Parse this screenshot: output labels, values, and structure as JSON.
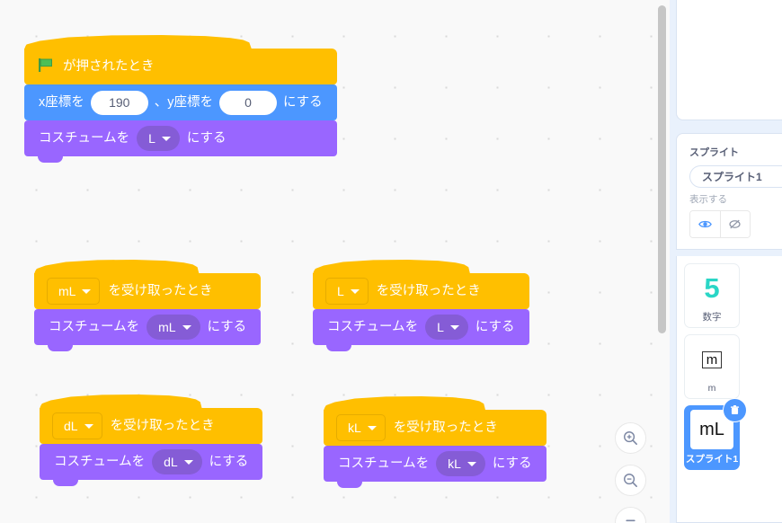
{
  "workspace": {
    "scripts": [
      {
        "id": "script-green-flag",
        "hat": {
          "type": "flag",
          "icon": "green-flag-icon",
          "text": "が押されたとき"
        },
        "blocks": [
          {
            "type": "motion",
            "name": "go-to-xy-block",
            "parts": [
              {
                "kind": "text",
                "value": "x座標を"
              },
              {
                "kind": "number",
                "value": "190"
              },
              {
                "kind": "text",
                "value": "、y座標を"
              },
              {
                "kind": "number",
                "value": "0"
              },
              {
                "kind": "text",
                "value": "にする"
              }
            ]
          },
          {
            "type": "looks",
            "name": "switch-costume-block",
            "parts": [
              {
                "kind": "text",
                "value": "コスチュームを"
              },
              {
                "kind": "dropdown",
                "value": "L"
              },
              {
                "kind": "text",
                "value": "にする"
              }
            ]
          }
        ]
      },
      {
        "id": "script-receive-mL",
        "hat": {
          "type": "receive",
          "dropdown": "mL",
          "text": "を受け取ったとき"
        },
        "blocks": [
          {
            "type": "looks",
            "name": "switch-costume-block",
            "parts": [
              {
                "kind": "text",
                "value": "コスチュームを"
              },
              {
                "kind": "dropdown",
                "value": "mL"
              },
              {
                "kind": "text",
                "value": "にする"
              }
            ]
          }
        ]
      },
      {
        "id": "script-receive-L",
        "hat": {
          "type": "receive",
          "dropdown": "L",
          "text": "を受け取ったとき"
        },
        "blocks": [
          {
            "type": "looks",
            "name": "switch-costume-block",
            "parts": [
              {
                "kind": "text",
                "value": "コスチュームを"
              },
              {
                "kind": "dropdown",
                "value": "L"
              },
              {
                "kind": "text",
                "value": "にする"
              }
            ]
          }
        ]
      },
      {
        "id": "script-receive-dL",
        "hat": {
          "type": "receive",
          "dropdown": "dL",
          "text": "を受け取ったとき"
        },
        "blocks": [
          {
            "type": "looks",
            "name": "switch-costume-block",
            "parts": [
              {
                "kind": "text",
                "value": "コスチュームを"
              },
              {
                "kind": "dropdown",
                "value": "dL"
              },
              {
                "kind": "text",
                "value": "にする"
              }
            ]
          }
        ]
      },
      {
        "id": "script-receive-kL",
        "hat": {
          "type": "receive",
          "dropdown": "kL",
          "text": "を受け取ったとき"
        },
        "blocks": [
          {
            "type": "looks",
            "name": "switch-costume-block",
            "parts": [
              {
                "kind": "text",
                "value": "コスチュームを"
              },
              {
                "kind": "dropdown",
                "value": "kL"
              },
              {
                "kind": "text",
                "value": "にする"
              }
            ]
          }
        ]
      }
    ],
    "zoom_controls": [
      {
        "name": "zoom-in-icon",
        "label": "+"
      },
      {
        "name": "zoom-out-icon",
        "label": "−"
      },
      {
        "name": "zoom-reset-icon",
        "label": "="
      }
    ]
  },
  "sprite_panel": {
    "sprite_label": "スプライト",
    "sprite_name": "スプライト1",
    "visibility_label": "表示する",
    "show_icon": "eye-icon",
    "hide_icon": "eye-slash-icon",
    "sprites": [
      {
        "thumb_text": "5",
        "label": "数字",
        "selected": false,
        "thumb_style": "number"
      },
      {
        "thumb_text": "m",
        "label": "m",
        "selected": false,
        "thumb_style": "boxed"
      },
      {
        "thumb_text": "mL",
        "label": "スプライト1",
        "selected": true,
        "thumb_style": "plain",
        "delete_icon": "trash-icon"
      }
    ]
  },
  "colors": {
    "events": "#FFBF00",
    "motion": "#4C97FF",
    "looks": "#9966FF",
    "looks_input": "#855CD6",
    "accent": "#4C97FF",
    "flag_green": "#4CBF56",
    "canvas": "#F9F9F9",
    "panel": "#E9F1FC"
  }
}
